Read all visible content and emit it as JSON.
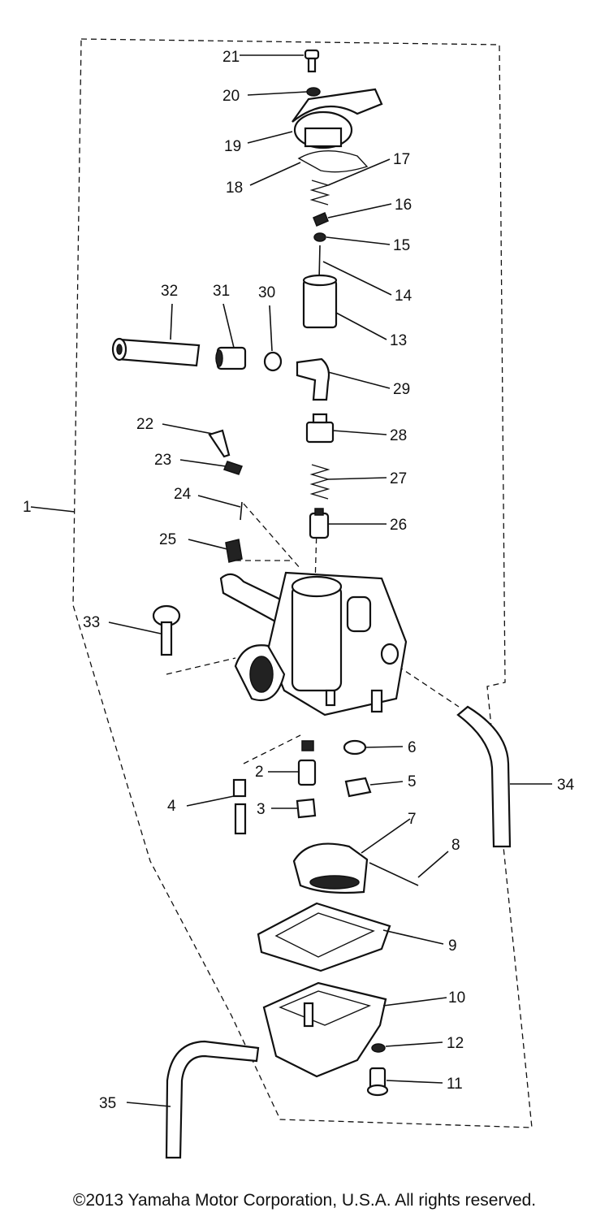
{
  "callouts": [
    {
      "id": "1",
      "label": "1"
    },
    {
      "id": "2",
      "label": "2"
    },
    {
      "id": "3",
      "label": "3"
    },
    {
      "id": "4",
      "label": "4"
    },
    {
      "id": "5",
      "label": "5"
    },
    {
      "id": "6",
      "label": "6"
    },
    {
      "id": "7",
      "label": "7"
    },
    {
      "id": "8",
      "label": "8"
    },
    {
      "id": "9",
      "label": "9"
    },
    {
      "id": "10",
      "label": "10"
    },
    {
      "id": "11",
      "label": "11"
    },
    {
      "id": "12",
      "label": "12"
    },
    {
      "id": "13",
      "label": "13"
    },
    {
      "id": "14",
      "label": "14"
    },
    {
      "id": "15",
      "label": "15"
    },
    {
      "id": "16",
      "label": "16"
    },
    {
      "id": "17",
      "label": "17"
    },
    {
      "id": "18",
      "label": "18"
    },
    {
      "id": "19",
      "label": "19"
    },
    {
      "id": "20",
      "label": "20"
    },
    {
      "id": "21",
      "label": "21"
    },
    {
      "id": "22",
      "label": "22"
    },
    {
      "id": "23",
      "label": "23"
    },
    {
      "id": "24",
      "label": "24"
    },
    {
      "id": "25",
      "label": "25"
    },
    {
      "id": "26",
      "label": "26"
    },
    {
      "id": "27",
      "label": "27"
    },
    {
      "id": "28",
      "label": "28"
    },
    {
      "id": "29",
      "label": "29"
    },
    {
      "id": "30",
      "label": "30"
    },
    {
      "id": "31",
      "label": "31"
    },
    {
      "id": "32",
      "label": "32"
    },
    {
      "id": "33",
      "label": "33"
    },
    {
      "id": "34",
      "label": "34"
    },
    {
      "id": "35",
      "label": "35"
    }
  ],
  "footer": {
    "copyright": "©2013 Yamaha Motor Corporation, U.S.A. All rights reserved."
  }
}
